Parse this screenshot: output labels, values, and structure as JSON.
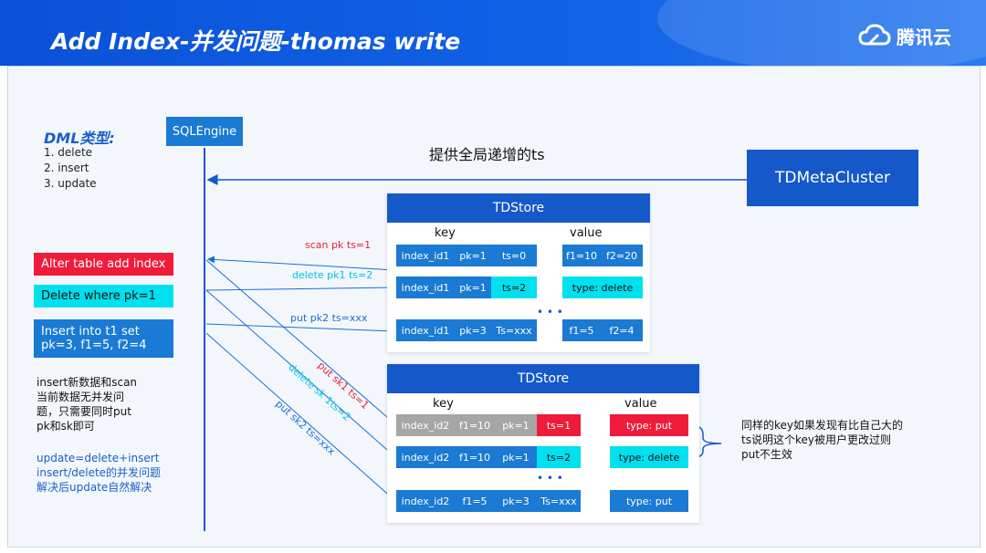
{
  "header": {
    "title": "Add Index-并发问题-thomas write",
    "logo_text": "腾讯云"
  },
  "dml": {
    "title": "DML类型:",
    "items": [
      "1.  delete",
      "2.  insert",
      "3.  update"
    ]
  },
  "sqlengine": {
    "label": "SQLEngine"
  },
  "meta": {
    "label": "TDMetaCluster",
    "arrow_label": "提供全局递增的ts"
  },
  "ops": {
    "alter": "Alter table add index",
    "delete": "Delete where pk=1",
    "insert_line1": "Insert into t1 set",
    "insert_line2": "pk=3, f1=5, f2=4"
  },
  "notes": {
    "left1": [
      "insert新数据和scan",
      "当前数据无并发问",
      "题，只需要同时put",
      "pk和sk即可"
    ],
    "left2": [
      "update=delete+insert",
      "insert/delete的并发问题",
      "解决后update自然解决"
    ],
    "right": [
      "同样的key如果发现有比自己大的",
      "ts说明这个key被用户更改过则",
      "put不生效"
    ]
  },
  "arrows": {
    "scan": "scan pk ts=1",
    "delete_pk": "delete pk1 ts=2",
    "put_pk": "put pk2 ts=xxx",
    "put_sk": "put sk1 ts=1",
    "delete_sk": "delete sk 1ts=2",
    "put_sk2": "put sk2 ts=xxx"
  },
  "store1": {
    "title": "TDStore",
    "key": "key",
    "value": "value",
    "rows": [
      {
        "a": "index_id1",
        "b": "pk=1",
        "c": "ts=0",
        "v1": "f1=10",
        "v2": "f2=20"
      },
      {
        "a": "index_id1",
        "b": "pk=1",
        "c": "ts=2",
        "v": "type: delete"
      },
      {
        "a": "index_id1",
        "b": "pk=3",
        "c": "Ts=xxx",
        "v1": "f1=5",
        "v2": "f2=4"
      }
    ],
    "dots": "• • •"
  },
  "store2": {
    "title": "TDStore",
    "key": "key",
    "value": "value",
    "rows": [
      {
        "a": "index_id2",
        "b": "f1=10",
        "c": "pk=1",
        "d": "ts=1",
        "v": "type: put"
      },
      {
        "a": "index_id2",
        "b": "f1=10",
        "c": "pk=1",
        "d": "ts=2",
        "v": "type: delete"
      },
      {
        "a": "index_id2",
        "b": "f1=5",
        "c": "pk=3",
        "d": "Ts=xxx",
        "v": "type: put"
      }
    ],
    "dots": "• • •"
  },
  "colors": {
    "blue": "#1a7ad4",
    "navy": "#1558c9",
    "cyan": "#00e0ee",
    "red": "#ee1c3a",
    "grey": "#a6a6a6"
  }
}
